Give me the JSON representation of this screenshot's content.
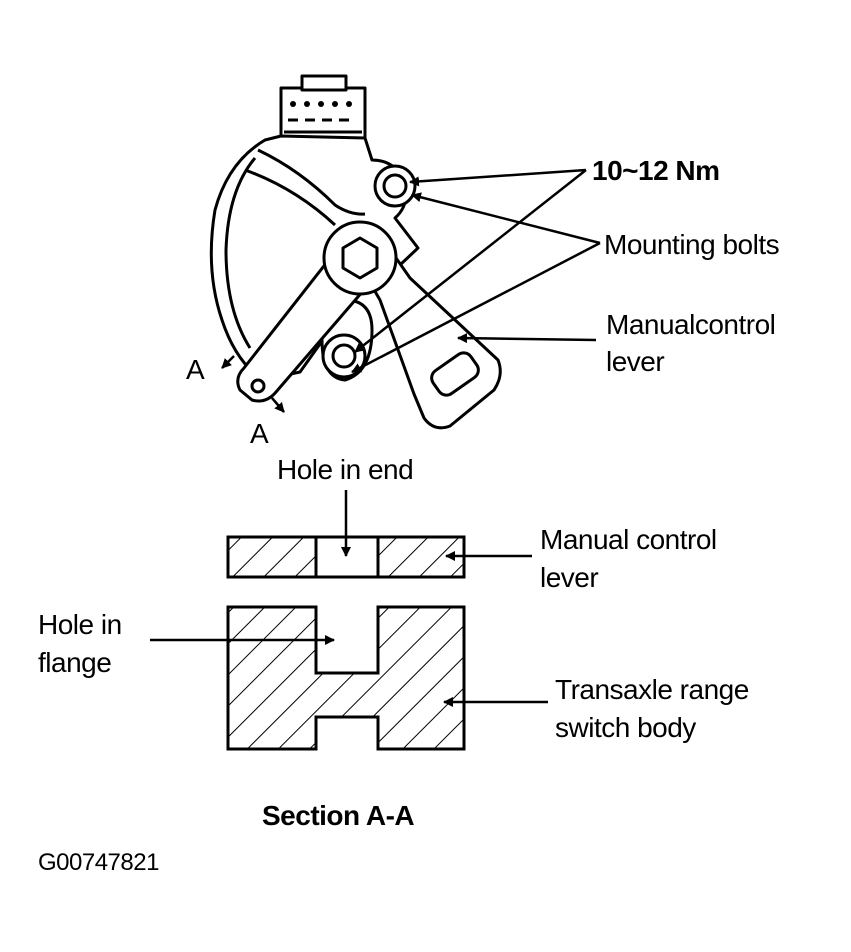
{
  "labels": {
    "torque": "10~12 Nm",
    "mounting_bolts": "Mounting bolts",
    "manual_control_lever_top_1": "Manualcontrol",
    "manual_control_lever_top_2": "lever",
    "section_mark": "A",
    "hole_in_end": "Hole in end",
    "manual_control_lever_1": "Manual control",
    "manual_control_lever_2": "lever",
    "hole_in_flange_1": "Hole in",
    "hole_in_flange_2": "flange",
    "switch_body_1": "Transaxle range",
    "switch_body_2": "switch body",
    "section_title": "Section A-A",
    "figure_id": "G00747821"
  },
  "colors": {
    "ink": "#000000",
    "paper": "#ffffff"
  }
}
